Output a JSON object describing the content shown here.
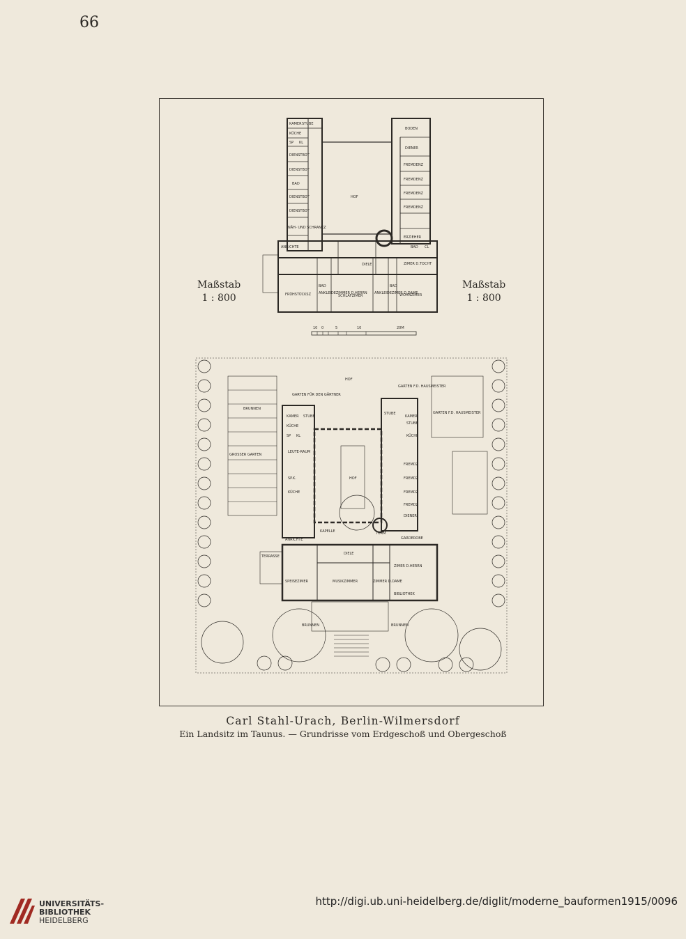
{
  "page": {
    "number": "66"
  },
  "plan": {
    "scale_word": "Maßstab",
    "scale_ratio": "1 : 800",
    "bar_ticks": [
      "10",
      "0",
      "5",
      "10",
      "20M"
    ],
    "upper_rooms": [
      "KAMER",
      "STUBE",
      "KÜCHE",
      "SP",
      "KL",
      "DIENSTBOT",
      "DIENSTBOT",
      "BAD",
      "DIENSTBOT",
      "DIENSTBOT",
      "NÄH- UND SCHRANKZ",
      "HOF",
      "BODEN",
      "DIENER",
      "FREMDENZ",
      "FREMDENZ",
      "FREMDENZ",
      "FREMDENZ",
      "ERZIEHER",
      "BAD",
      "CL",
      "ZIMER D.TOCHT",
      "ANRICHTE",
      "DIELE",
      "FRÜHSTÜCKSZ",
      "BAD",
      "ANKLEIDEZIMMER D.HERRN",
      "SCHLAFZIMER",
      "ANKLEIDEZIMER D.DAME",
      "BAD",
      "WOHNZIMER"
    ],
    "lower_rooms": [
      "HOF",
      "GARTEN FÜR DEN GÄRTNER",
      "GARTEN F.D. HAUSMEISTER",
      "BRUNNEN",
      "KAMER",
      "STUBE",
      "KÜCHE",
      "SP",
      "KL",
      "STUBE",
      "KAMER",
      "STUBE",
      "KÜCHE",
      "GARTEN F.D. HAUSMEISTER",
      "GROSSER GARTEN",
      "LEUTE-RAUM",
      "SP.K.",
      "HOF",
      "FREMDZ",
      "FREMDZ",
      "FREMDZ",
      "FREMDZ",
      "KÜCHE",
      "DIENER",
      "KAPELLE",
      "TURM",
      "GARDEROBE",
      "ANRICHTE",
      "DIELE",
      "TERRASSE",
      "ZIMER D.HERRN",
      "SPEISEZIMER",
      "MUSIKZIMMER",
      "ZIMMER D.DAME",
      "BIBLIOTHEK",
      "BRUNNEN",
      "BRUNNEN"
    ]
  },
  "caption": {
    "title": "Carl Stahl-Urach, Berlin-Wilmersdorf",
    "subtitle": "Ein Landsitz im Taunus. — Grundrisse vom Erdgeschoß und Obergeschoß"
  },
  "footer": {
    "library_line1": "UNIVERSITÄTS-",
    "library_line2": "BIBLIOTHEK",
    "library_line3": "HEIDELBERG",
    "url": "http://digi.ub.uni-heidelberg.de/diglit/moderne_bauformen1915/0096"
  },
  "colors": {
    "paper": "#efe9dc",
    "ink": "#2b2824"
  },
  "icons": {
    "library_logo": "ub-heidelberg-logo-icon"
  }
}
